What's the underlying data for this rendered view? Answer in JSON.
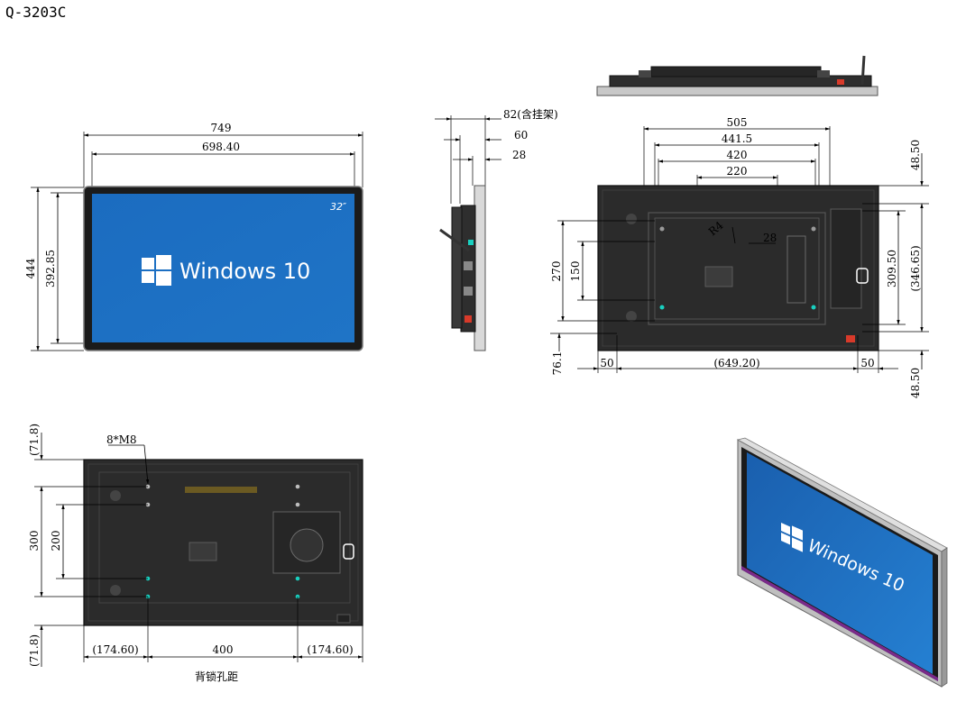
{
  "title": "Q-3203C",
  "front": {
    "width_outer": "749",
    "width_inner": "698.40",
    "height_outer": "444",
    "height_inner": "392.85",
    "size_label": "32″",
    "os_text": "Windows 10"
  },
  "side": {
    "depth_bracket": "82(含挂架)",
    "depth_mid": "60",
    "depth_body": "28"
  },
  "back": {
    "w_505": "505",
    "w_441": "441.5",
    "w_420": "420",
    "w_220": "220",
    "radius_r4": "R4",
    "d28": "28",
    "h270": "270",
    "h150": "150",
    "h309": "309.50",
    "h346": "(346.65)",
    "top_4850": "48.50",
    "bot_4850": "48.50",
    "left_761": "76.1",
    "b50_left": "50",
    "b649": "(649.20)",
    "b50_right": "50"
  },
  "rear": {
    "holes_label": "8*M8",
    "top_718": "(71.8)",
    "bot_718": "(71.8)",
    "h300": "300",
    "h200": "200",
    "w17460_left": "(174.60)",
    "w400": "400",
    "w17460_right": "(174.60)",
    "caption": "背锁孔距"
  },
  "iso": {
    "os_text": "Windows 10"
  },
  "colors": {
    "screen_blue": "#1f74c6",
    "bezel": "#1b1b1b",
    "body_dark": "#2b2b2b",
    "frame_silver": "#c8c8c8",
    "accent_teal": "#19d0c0",
    "accent_red": "#d83a2a"
  }
}
